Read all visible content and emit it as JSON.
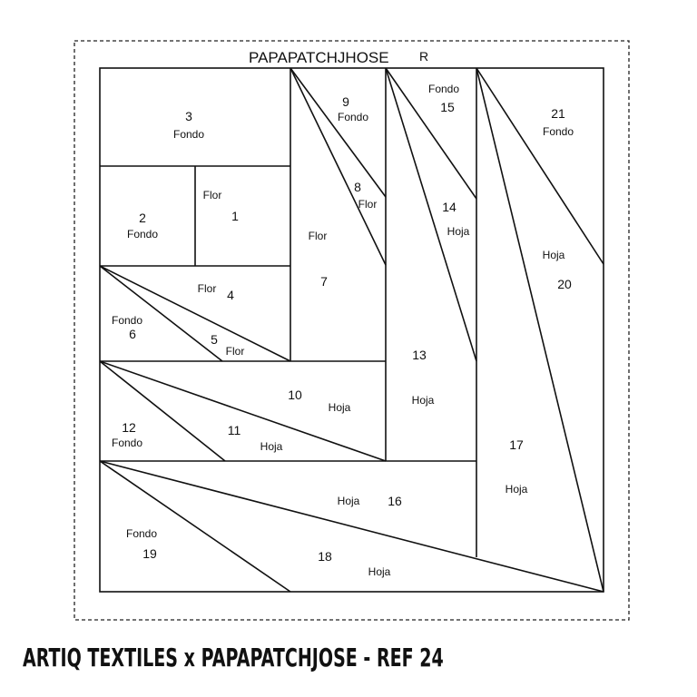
{
  "title": "PAPAPATCHJHOSE",
  "title_mark": "R",
  "footer": "ARTIQ TEXTILES x PAPAPATCHJOSE - REF 24",
  "pieces": {
    "p1": {
      "number": "1",
      "fabric": "Flor"
    },
    "p2": {
      "number": "2",
      "fabric": "Fondo"
    },
    "p3": {
      "number": "3",
      "fabric": "Fondo"
    },
    "p4": {
      "number": "4",
      "fabric": "Flor"
    },
    "p5": {
      "number": "5",
      "fabric": "Flor"
    },
    "p6": {
      "number": "6",
      "fabric": "Fondo"
    },
    "p7": {
      "number": "7",
      "fabric": "Flor"
    },
    "p8": {
      "number": "8",
      "fabric": "Flor"
    },
    "p9": {
      "number": "9",
      "fabric": "Fondo"
    },
    "p10": {
      "number": "10",
      "fabric": "Hoja"
    },
    "p11": {
      "number": "11",
      "fabric": "Hoja"
    },
    "p12": {
      "number": "12",
      "fabric": "Fondo"
    },
    "p13": {
      "number": "13",
      "fabric": "Hoja"
    },
    "p14": {
      "number": "14",
      "fabric": "Hoja"
    },
    "p15": {
      "number": "15",
      "fabric": "Fondo"
    },
    "p16": {
      "number": "16",
      "fabric": "Hoja"
    },
    "p17": {
      "number": "17",
      "fabric": "Hoja"
    },
    "p18": {
      "number": "18",
      "fabric": "Hoja"
    },
    "p19": {
      "number": "19",
      "fabric": "Fondo"
    },
    "p20": {
      "number": "20",
      "fabric": "Hoja"
    },
    "p21": {
      "number": "21",
      "fabric": "Fondo"
    }
  }
}
